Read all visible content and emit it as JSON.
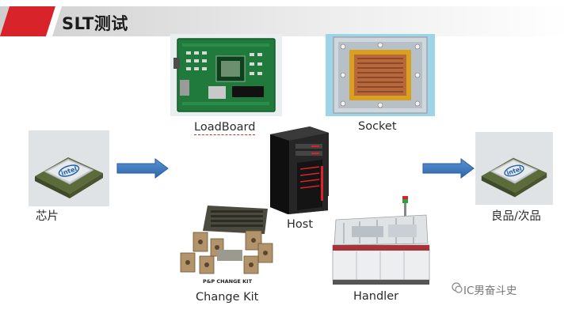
{
  "header": {
    "title": "SLT测试"
  },
  "nodes": {
    "loadboard": "LoadBoard",
    "socket": "Socket",
    "host": "Host",
    "change_kit": "Change Kit",
    "change_kit_plate": "P&P CHANGE KIT",
    "handler": "Handler",
    "chip_in": "芯片",
    "chip_out": "良品/次品",
    "chip_brand": "intel"
  },
  "watermark": {
    "text": "IC男奋斗史"
  },
  "colors": {
    "accent_red": "#d9232a",
    "arrow_blue": "#3e7cc3"
  }
}
